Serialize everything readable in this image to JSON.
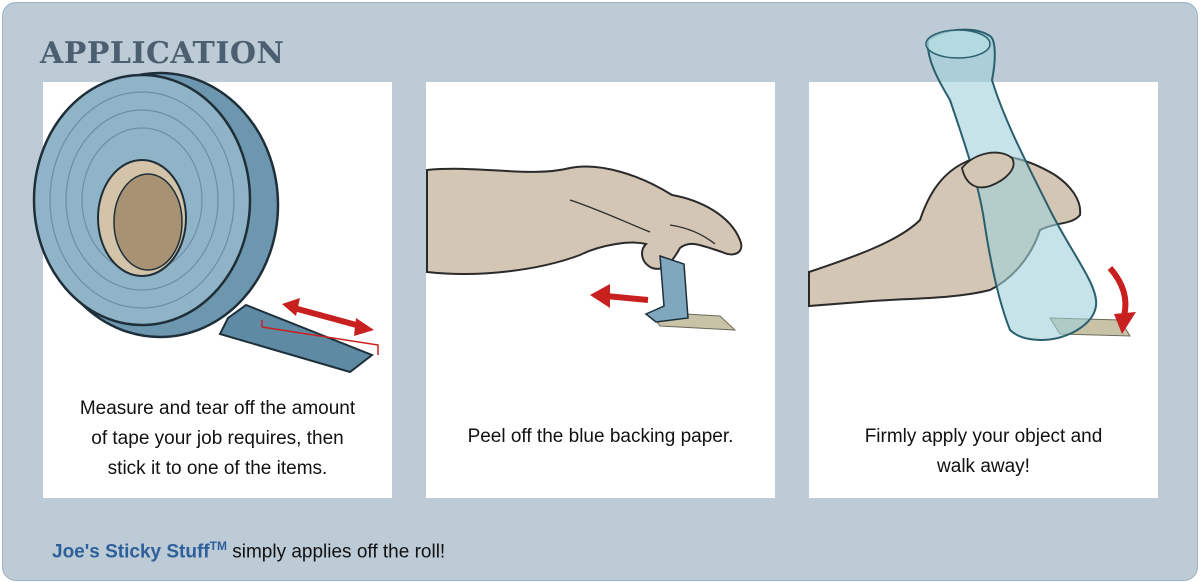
{
  "title": "APPLICATION",
  "panels": [
    {
      "caption_lines": [
        "Measure and tear off the amount",
        "of tape your job requires, then",
        "stick it to one of the items."
      ]
    },
    {
      "caption_lines": [
        "Peel off the blue backing paper."
      ]
    },
    {
      "caption_lines": [
        "Firmly apply your object and",
        "walk away!"
      ]
    }
  ],
  "footer": {
    "brand": "Joe's Sticky Stuff",
    "trademark": "TM",
    "text": " simply applies off the roll!"
  },
  "colors": {
    "background": "#bdcbd6",
    "title": "#4b5f71",
    "tape_blue": "#7fa7be",
    "arrow_red": "#c8201e",
    "skin": "#d4c6b4",
    "brand_blue": "#2d5f9a"
  }
}
